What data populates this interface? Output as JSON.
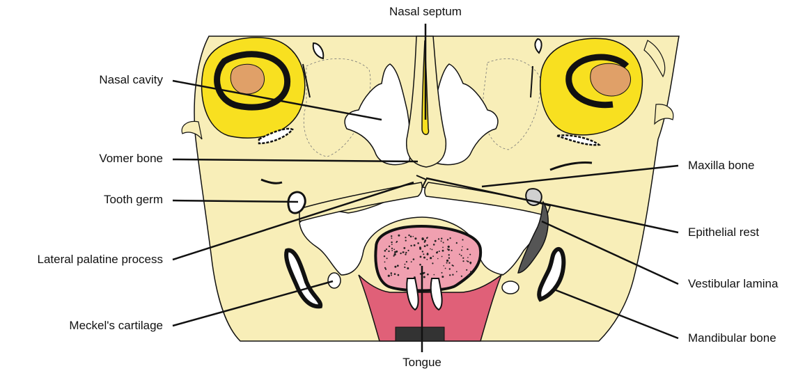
{
  "labels": {
    "nasal_septum": "Nasal septum",
    "nasal_cavity": "Nasal cavity",
    "vomer_bone": "Vomer bone",
    "tooth_germ": "Tooth germ",
    "lateral_palatine_process": "Lateral palatine process",
    "meckels_cartilage": "Meckel's cartilage",
    "tongue": "Tongue",
    "maxilla_bone": "Maxilla bone",
    "epithelial_rest": "Epithelial rest",
    "vestibular_lamina": "Vestibular lamina",
    "mandibular_bone": "Mandibular bone"
  },
  "colors": {
    "tissue": "#f8eeb8",
    "eye": "#f8e020",
    "lens": "#e0a068",
    "tongue": "#e06078",
    "tongue_surface": "#f0a0b0",
    "outline": "#111111",
    "cavity": "#ffffff"
  }
}
